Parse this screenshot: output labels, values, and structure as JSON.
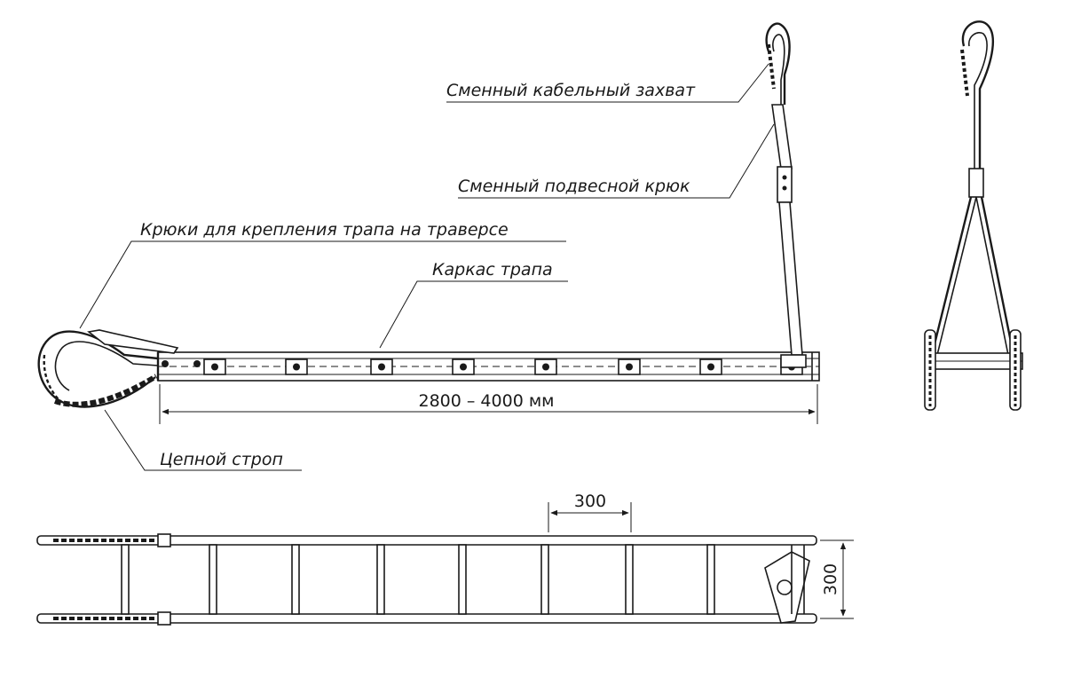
{
  "labels": {
    "cable_grip": "Сменный кабельный захват",
    "hanging_hook": "Сменный подвесной крюк",
    "traverse_hooks": "Крюки для крепления трапа на траверсе",
    "ladder_frame": "Каркас трапа",
    "chain_sling": "Цепной строп"
  },
  "dimensions": {
    "length": "2800 – 4000 мм",
    "rung_spacing": "300",
    "width": "300"
  }
}
